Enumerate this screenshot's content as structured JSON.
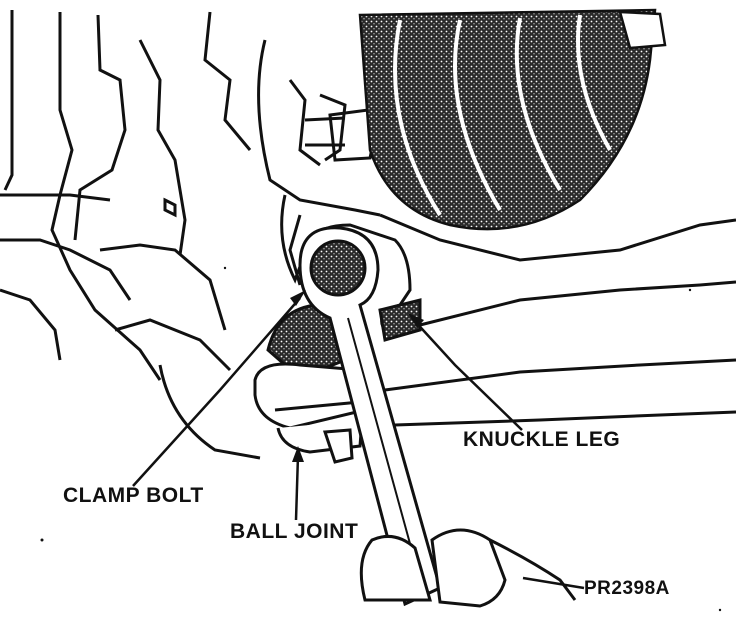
{
  "diagram": {
    "labels": {
      "knuckle_leg": "KNUCKLE LEG",
      "clamp_bolt": "CLAMP BOLT",
      "ball_joint": "BALL JOINT"
    },
    "figure_id": "PR2398A"
  }
}
